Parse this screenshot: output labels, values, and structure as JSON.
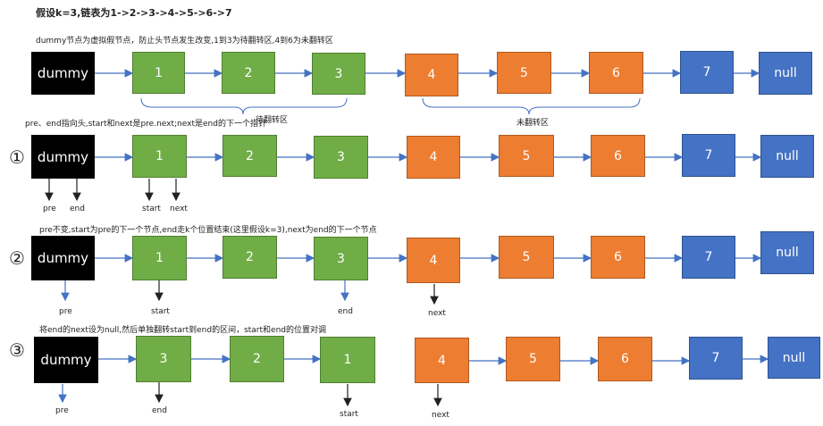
{
  "title": "假设k=3,链表为1->2->3->4->5->6->7",
  "captions": {
    "row0": "dummy节点为虚拟假节点，防止头节点发生改变,1到3为待翻转区,4到6为未翻转区",
    "row1": "pre、end指向头,start和next是pre.next;next是end的下一个指针",
    "row2": "pre不变,start为pre的下一个节点,end走k个位置结束(这里假设k=3),next为end的下一个节点",
    "row3": "将end的next设为null,然后单独翻转start到end的区间，start和end的位置对调"
  },
  "bracket_labels": {
    "pending": "待翻转区",
    "unflipped": "未翻转区"
  },
  "step_numbers": [
    "①",
    "②",
    "③"
  ],
  "pointer_labels": {
    "pre": "pre",
    "end": "end",
    "start": "start",
    "next": "next"
  },
  "rows": [
    {
      "nodes": [
        "dummy",
        "1",
        "2",
        "3",
        "4",
        "5",
        "6",
        "7",
        "null"
      ]
    },
    {
      "nodes": [
        "dummy",
        "1",
        "2",
        "3",
        "4",
        "5",
        "6",
        "7",
        "null"
      ]
    },
    {
      "nodes": [
        "dummy",
        "1",
        "2",
        "3",
        "4",
        "5",
        "6",
        "7",
        "null"
      ]
    },
    {
      "nodes": [
        "dummy",
        "3",
        "2",
        "1",
        "4",
        "5",
        "6",
        "7",
        "null"
      ]
    }
  ],
  "colors": {
    "dummy": "#000000",
    "pending": "#70ad47",
    "unflipped": "#ed7d31",
    "tail": "#4472c4",
    "arrow": "#4472c4",
    "pointer": "#222222"
  }
}
